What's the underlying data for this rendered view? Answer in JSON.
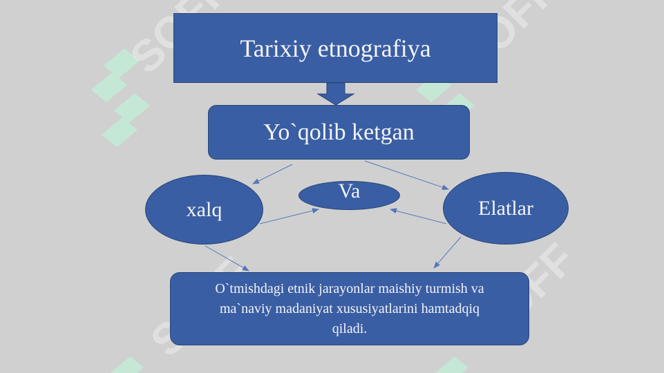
{
  "diagram": {
    "nodes": {
      "top": {
        "label": "Tarixiy etnografiya"
      },
      "second": {
        "label": "Yo`qolib ketgan"
      },
      "left": {
        "label": "xalq"
      },
      "middle": {
        "label": "Va"
      },
      "right": {
        "label": "Elatlar"
      },
      "bottom": {
        "lines": [
          "O`tmishdagi etnik jarayonlar maishiy turmish va",
          "ma`naviy madaniyat xususiyatlarini hamtadqiq",
          "qiladi."
        ]
      }
    },
    "edges": [
      {
        "from": "top",
        "to": "second",
        "style": "block-arrow"
      },
      {
        "from": "second",
        "to": "left"
      },
      {
        "from": "second",
        "to": "right"
      },
      {
        "from": "left",
        "to": "middle"
      },
      {
        "from": "right",
        "to": "middle"
      },
      {
        "from": "left",
        "to": "bottom"
      },
      {
        "from": "right",
        "to": "bottom"
      }
    ]
  },
  "watermark": {
    "text": "SOFF",
    "logo": "sf-logo"
  },
  "colors": {
    "background": "#d0d0d0",
    "node_fill": "#3a5ea3",
    "node_border": "#26447a",
    "node_text": "#f2f4f8",
    "connector": "#5576b8",
    "watermark_green": "#c2ecd6",
    "watermark_white": "#ffffff"
  }
}
